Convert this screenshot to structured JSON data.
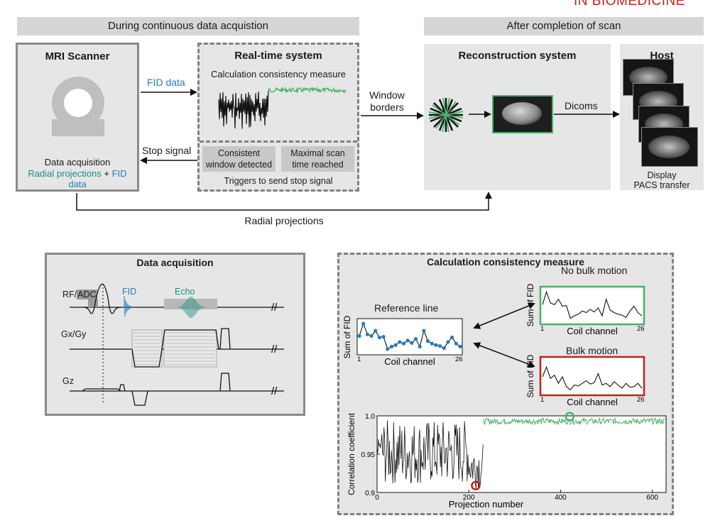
{
  "corner_text": "IN BIOMEDICINE",
  "banners": {
    "during": "During continuous data acquistion",
    "after": "After completion of scan"
  },
  "mri": {
    "title": "MRI Scanner",
    "caption": "Data acquisition",
    "radial": "Radial projections",
    "plus": "+",
    "fid": "FID data"
  },
  "realtime": {
    "title": "Real-time system",
    "subtitle": "Calculation consistency measure",
    "box_consistent": "Consistent window detected",
    "box_maximal": "Maximal scan time reached",
    "triggers": "Triggers to send stop signal"
  },
  "recon": {
    "title": "Reconstruction system"
  },
  "host": {
    "title": "Host",
    "caption_line1": "Display",
    "caption_line2": "PACS transfer"
  },
  "arrows": {
    "fid_data": "FID data",
    "stop_signal": "Stop signal",
    "window_line1": "Window",
    "window_line2": "borders",
    "dicoms": "Dicoms",
    "radial_projections": "Radial projections"
  },
  "acq": {
    "title": "Data acquisition",
    "rf": "RF/",
    "adc": "ADC",
    "fid": "FID",
    "echo": "Echo",
    "gxgy": "Gx/Gy",
    "gz": "Gz",
    "break_mark": "//"
  },
  "consistency": {
    "title": "Calculation consistency measure",
    "ref_title": "Reference line",
    "no_bulk": "No bulk motion",
    "bulk": "Bulk motion",
    "ylabel_fid": "Sum of FID",
    "xlabel_coil": "Coil channel",
    "x_start": "1",
    "x_end": "26",
    "corr_ylabel": "Correlation coefficient",
    "corr_xlabel": "Projection number",
    "corr_yticks": [
      "0.9",
      "0.95",
      "1.0"
    ],
    "corr_xticks": [
      "0",
      "200",
      "400",
      "600"
    ]
  },
  "colors": {
    "green": "#4caf6a",
    "red": "#c0231c",
    "blue": "#2a7ab8",
    "teal": "#1a8f80",
    "panel_gray": "#e6e6e6",
    "banner_gray": "#d6d6d6"
  },
  "chart_data": [
    {
      "type": "line",
      "title": "Reference line",
      "xlabel": "Coil channel",
      "ylabel": "Sum of FID",
      "x": [
        1,
        2,
        3,
        4,
        5,
        6,
        7,
        8,
        9,
        10,
        11,
        12,
        13,
        14,
        15,
        16,
        17,
        18,
        19,
        20,
        21,
        22,
        23,
        24,
        25,
        26
      ],
      "series": [
        {
          "values": [
            0.55,
            0.95,
            0.6,
            0.55,
            0.72,
            0.5,
            0.52,
            0.12,
            0.2,
            0.25,
            0.35,
            0.3,
            0.4,
            0.32,
            0.45,
            0.2,
            0.72,
            0.38,
            0.3,
            0.25,
            0.22,
            0.15,
            0.35,
            0.5,
            0.3,
            0.2
          ]
        }
      ]
    },
    {
      "type": "line",
      "title": "No bulk motion",
      "xlabel": "Coil channel",
      "ylabel": "Sum of FID",
      "x": [
        1,
        2,
        3,
        4,
        5,
        6,
        7,
        8,
        9,
        10,
        11,
        12,
        13,
        14,
        15,
        16,
        17,
        18,
        19,
        20,
        21,
        22,
        23,
        24,
        25,
        26
      ],
      "series": [
        {
          "values": [
            0.55,
            0.95,
            0.6,
            0.55,
            0.72,
            0.5,
            0.52,
            0.12,
            0.2,
            0.25,
            0.35,
            0.3,
            0.4,
            0.32,
            0.45,
            0.2,
            0.72,
            0.38,
            0.3,
            0.25,
            0.22,
            0.15,
            0.35,
            0.5,
            0.3,
            0.2
          ]
        }
      ]
    },
    {
      "type": "line",
      "title": "Bulk motion",
      "xlabel": "Coil channel",
      "ylabel": "Sum of FID",
      "x": [
        1,
        2,
        3,
        4,
        5,
        6,
        7,
        8,
        9,
        10,
        11,
        12,
        13,
        14,
        15,
        16,
        17,
        18,
        19,
        20,
        21,
        22,
        23,
        24,
        25,
        26
      ],
      "series": [
        {
          "values": [
            0.5,
            0.8,
            0.45,
            0.55,
            0.3,
            0.5,
            0.2,
            0.1,
            0.25,
            0.22,
            0.3,
            0.38,
            0.28,
            0.32,
            0.6,
            0.25,
            0.3,
            0.2,
            0.35,
            0.25,
            0.15,
            0.3,
            0.18,
            0.2,
            0.3,
            0.15
          ]
        }
      ]
    },
    {
      "type": "line",
      "xlabel": "Projection number",
      "ylabel": "Correlation coefficient",
      "xlim": [
        0,
        630
      ],
      "ylim": [
        0.9,
        1.0
      ],
      "markers": [
        {
          "x": 215,
          "y": 0.909,
          "color": "red"
        },
        {
          "x": 420,
          "y": 0.999,
          "color": "green"
        }
      ]
    }
  ]
}
